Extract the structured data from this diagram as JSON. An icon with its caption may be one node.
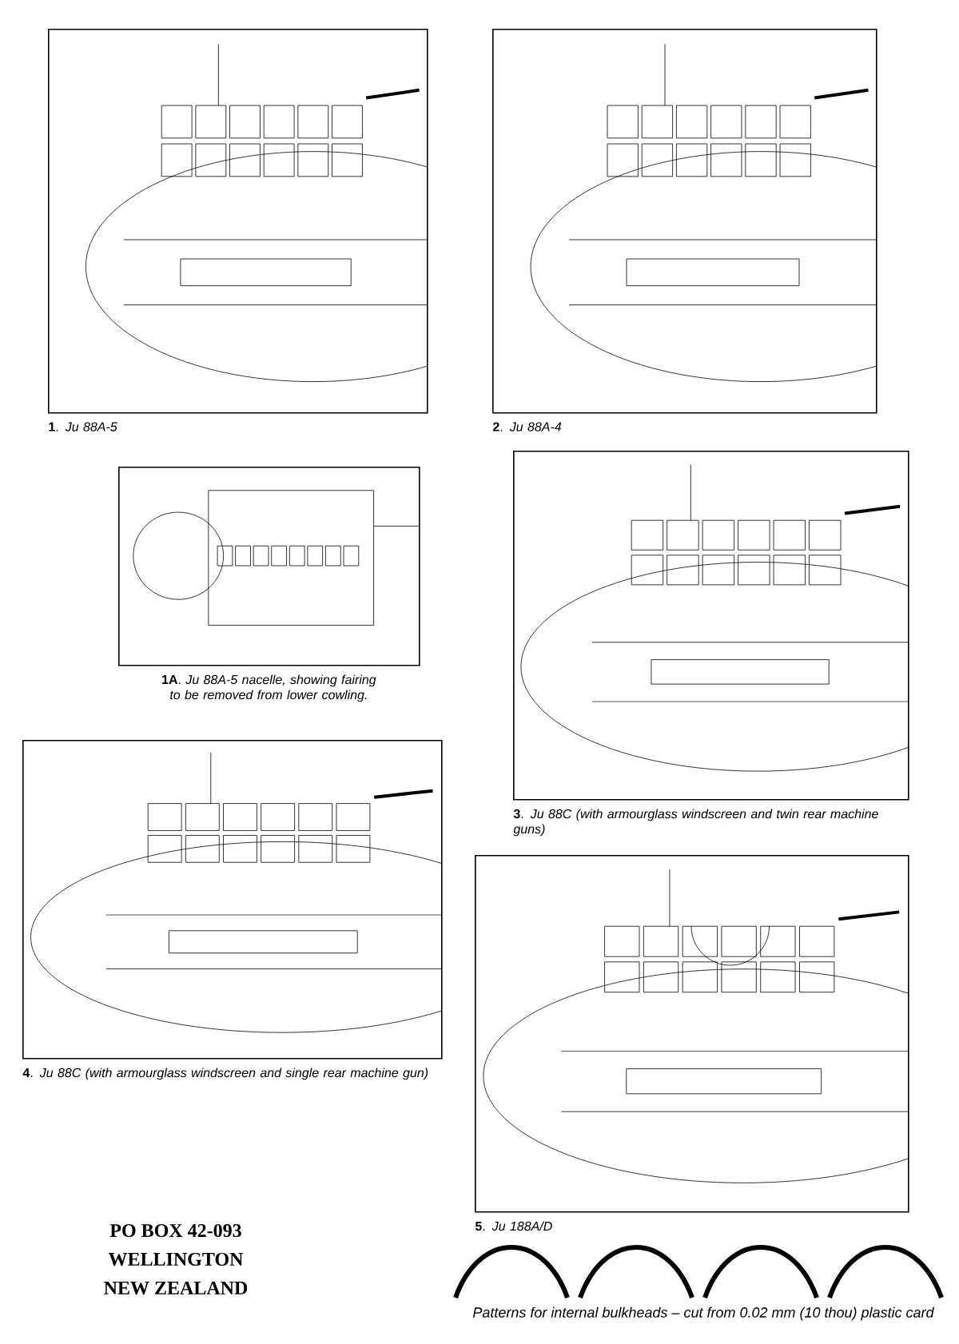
{
  "diagram": {
    "nodes": [
      {
        "text": [],
        "shape": "picture",
        "beside": [
          "**1**. *Ju 88A-5*"
        ]
      },
      {
        "text": [],
        "shape": "picture",
        "beside": [
          "**2**. *Ju 88A-4*"
        ]
      },
      {
        "text": [],
        "shape": "picture",
        "beside": [
          "**1A**. *Ju 88A-5 nacelle, showing fairing to be removed from lower cowling.*"
        ]
      },
      {
        "text": [],
        "shape": "picture",
        "beside": [
          "**3**. *Ju 88C (with armourglass windscreen and twin rear machine guns)*"
        ]
      },
      {
        "text": [],
        "shape": "picture",
        "beside": [
          "**4**. *Ju 88C (with armourglass windscreen and single rear machine gun)*"
        ]
      },
      {
        "text": [],
        "shape": "picture",
        "beside": [
          "**5**. *Ju 188A/D*"
        ]
      }
    ],
    "labels": [
      "PO BOX 42-093",
      "WELLINGTON",
      "NEW ZEALAND",
      "Patterns for internal bulkheads – cut from 0.02 mm (10 thou) plastic card"
    ]
  }
}
